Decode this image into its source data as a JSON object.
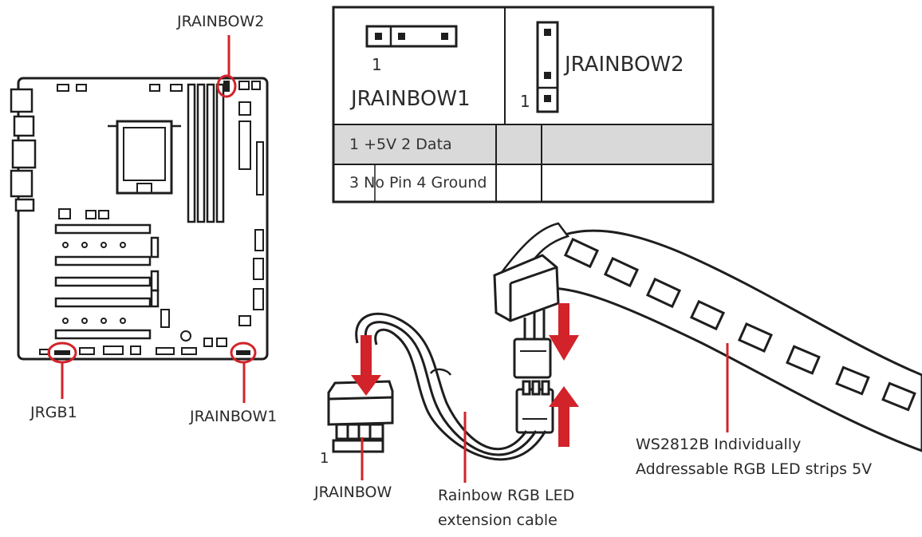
{
  "labels": {
    "jrainbow2_top": "JRAINBOW2",
    "jrgb1": "JRGB1",
    "jrainbow1_bottom": "JRAINBOW1",
    "jrainbow": "JRAINBOW",
    "pin1": "1",
    "cable_line1": "Rainbow RGB LED",
    "cable_line2": "extension cable",
    "strip_line1": "WS2812B Individually",
    "strip_line2": "Addressable RGB LED strips 5V"
  },
  "pinout_table": {
    "header_left_pin": "1",
    "header_left_name": "JRAINBOW1",
    "header_right_pin": "1",
    "header_right_name": "JRAINBOW2",
    "rows": [
      {
        "text": "1 +5V 2 Data"
      },
      {
        "text": "3 No Pin 4 Ground"
      }
    ]
  },
  "colors": {
    "accent_red": "#d2232a",
    "line": "#1e1e1e",
    "row_shade": "#d9d9d9"
  }
}
